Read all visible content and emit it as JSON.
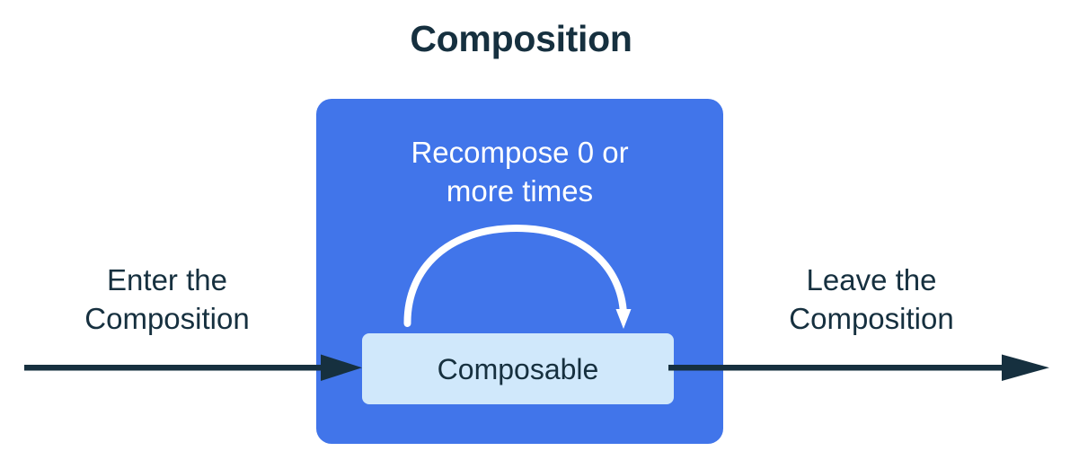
{
  "diagram": {
    "title": "Composition",
    "colors": {
      "background": "#ffffff",
      "ink": "#16303f",
      "composition_blue": "#4175ea",
      "composable_blue": "#d0e8fb",
      "arrow_white": "#ffffff"
    },
    "composition_box": {
      "recompose_caption_line1": "Recompose 0 or",
      "recompose_caption_line2": "more times",
      "recompose_arrow_icon": "curved-loop-arrow-icon",
      "composable_label": "Composable"
    },
    "flow": {
      "enter": {
        "label_line1": "Enter the",
        "label_line2": "Composition",
        "arrow_icon": "arrow-right-icon"
      },
      "leave": {
        "label_line1": "Leave the",
        "label_line2": "Composition",
        "arrow_icon": "arrow-right-icon"
      }
    }
  }
}
